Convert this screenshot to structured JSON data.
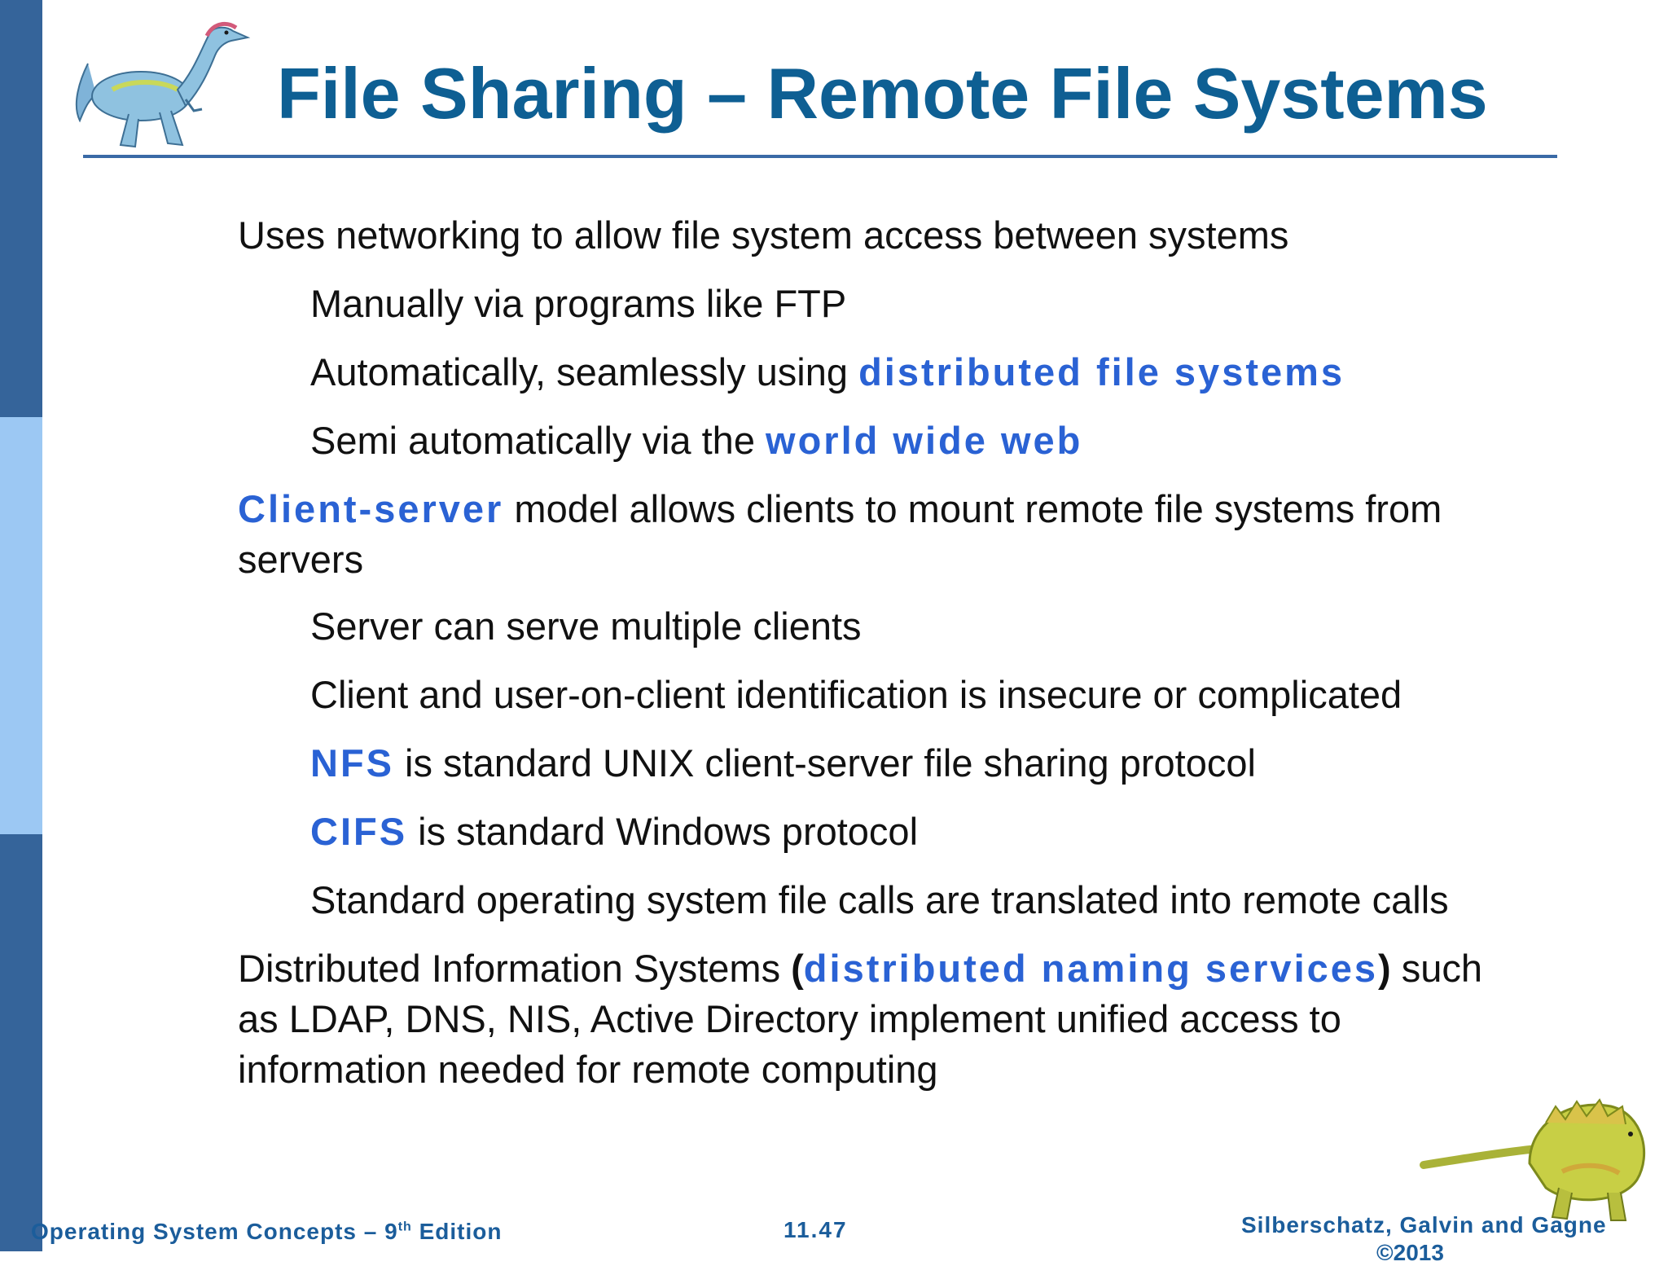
{
  "slide": {
    "title": "File Sharing – Remote File Systems",
    "bullets": [
      {
        "level": 1,
        "segments": [
          {
            "text": "Uses networking to allow file system access between systems"
          }
        ]
      },
      {
        "level": 2,
        "segments": [
          {
            "text": "Manually via programs like FTP"
          }
        ]
      },
      {
        "level": 2,
        "segments": [
          {
            "text": "Automatically, seamlessly using "
          },
          {
            "text": "distributed file systems",
            "highlight": true
          }
        ]
      },
      {
        "level": 2,
        "segments": [
          {
            "text": "Semi automatically via the "
          },
          {
            "text": "world wide web",
            "highlight": true
          }
        ]
      },
      {
        "level": 1,
        "segments": [
          {
            "text": "Client-server",
            "highlight": true
          },
          {
            "text": " model allows clients to mount remote file systems from"
          }
        ]
      },
      {
        "level": 1,
        "continuation": true,
        "segments": [
          {
            "text": "servers"
          }
        ]
      },
      {
        "level": 2,
        "segments": [
          {
            "text": "Server can serve multiple clients"
          }
        ]
      },
      {
        "level": 2,
        "segments": [
          {
            "text": "Client and user-on-client identification is insecure or complicated"
          }
        ]
      },
      {
        "level": 2,
        "segments": [
          {
            "text": "NFS",
            "highlight": true
          },
          {
            "text": " is standard UNIX client-server file sharing protocol"
          }
        ]
      },
      {
        "level": 2,
        "segments": [
          {
            "text": "CIFS",
            "highlight": true
          },
          {
            "text": " is standard Windows protocol"
          }
        ]
      },
      {
        "level": 2,
        "segments": [
          {
            "text": "Standard operating system file calls are translated into remote calls"
          }
        ]
      },
      {
        "level": 1,
        "segments": [
          {
            "text": "Distributed Information Systems "
          },
          {
            "text": "(",
            "paren": true
          },
          {
            "text": "distributed naming services",
            "highlight": true
          },
          {
            "text": ")",
            "paren": true
          },
          {
            "text": " such"
          }
        ]
      },
      {
        "level": 1,
        "continuation": true,
        "segments": [
          {
            "text": "as LDAP, DNS, NIS, Active Directory implement unified access to"
          }
        ]
      },
      {
        "level": 1,
        "continuation": true,
        "segments": [
          {
            "text": "information needed for remote computing"
          }
        ]
      }
    ]
  },
  "footer": {
    "left_prefix": "Operating System Concepts – 9",
    "left_sup": "th",
    "left_suffix": " Edition",
    "page_number": "11.47",
    "authors": "Silberschatz, Galvin and Gagne",
    "copyright": "©2013"
  },
  "colors": {
    "title": "#0e5f93",
    "highlight": "#2a62d4",
    "bar_dark": "#35649a",
    "bar_light": "#9cc8f3",
    "footer": "#1b5d9b"
  }
}
